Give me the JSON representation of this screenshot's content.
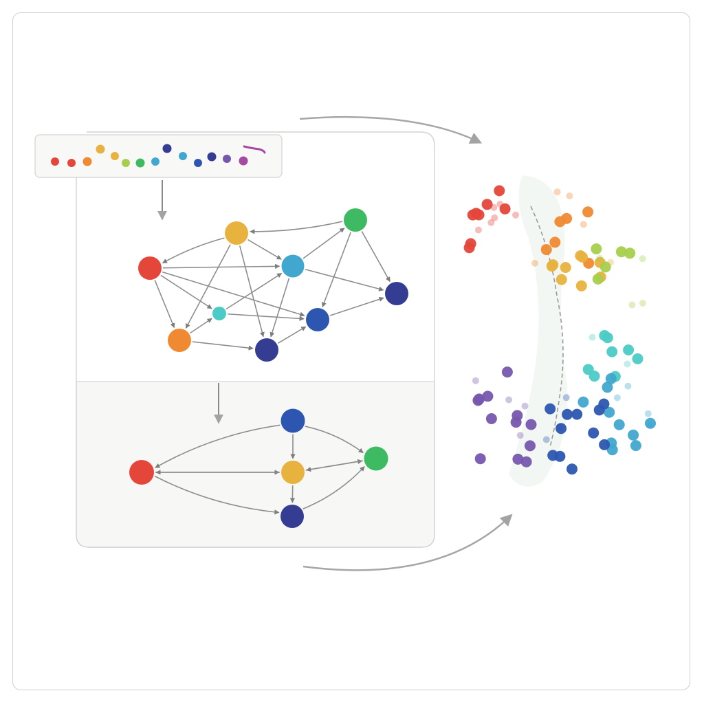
{
  "diagram": {
    "palette": {
      "red": "#e5463a",
      "orange": "#ef8a33",
      "yellow": "#e8b23e",
      "lime": "#a6cf4e",
      "green": "#3dba62",
      "teal": "#4ccbc6",
      "cyan": "#41a7cf",
      "blue": "#2c56b0",
      "navy": "#353d93",
      "purple": "#7657ad",
      "magenta": "#a44aa3",
      "arrow": "#8a8a8a",
      "edge": "#8d8d8d",
      "panel_border": "#d2d2d2",
      "panel_lower_fill": "#f7f7f5"
    },
    "sequence_strip": {
      "colors": [
        "red",
        "red",
        "orange",
        "yellow",
        "yellow",
        "lime",
        "green",
        "cyan",
        "navy",
        "cyan",
        "blue",
        "navy",
        "purple",
        "magenta"
      ]
    },
    "graph_full": {
      "nodes": [
        {
          "id": "a",
          "color": "yellow"
        },
        {
          "id": "b",
          "color": "green"
        },
        {
          "id": "c",
          "color": "red"
        },
        {
          "id": "d",
          "color": "cyan"
        },
        {
          "id": "e",
          "color": "navy"
        },
        {
          "id": "f",
          "color": "teal"
        },
        {
          "id": "g",
          "color": "blue"
        },
        {
          "id": "h",
          "color": "orange"
        },
        {
          "id": "i",
          "color": "navy"
        }
      ],
      "edges": [
        [
          "b",
          "a"
        ],
        [
          "a",
          "c"
        ],
        [
          "c",
          "d"
        ],
        [
          "d",
          "b"
        ],
        [
          "b",
          "g"
        ],
        [
          "b",
          "e"
        ],
        [
          "d",
          "e"
        ],
        [
          "a",
          "d"
        ],
        [
          "c",
          "g"
        ],
        [
          "c",
          "h"
        ],
        [
          "h",
          "i"
        ],
        [
          "h",
          "f"
        ],
        [
          "f",
          "g"
        ],
        [
          "f",
          "d"
        ],
        [
          "a",
          "h"
        ],
        [
          "a",
          "i"
        ],
        [
          "d",
          "i"
        ],
        [
          "g",
          "e"
        ],
        [
          "i",
          "g"
        ],
        [
          "c",
          "f"
        ]
      ]
    },
    "graph_reduced": {
      "nodes": [
        {
          "id": "top",
          "color": "blue"
        },
        {
          "id": "mid",
          "color": "yellow"
        },
        {
          "id": "bot",
          "color": "navy"
        },
        {
          "id": "left",
          "color": "red"
        },
        {
          "id": "right",
          "color": "green"
        }
      ],
      "edges": [
        [
          "top",
          "left"
        ],
        [
          "left",
          "mid"
        ],
        [
          "mid",
          "left"
        ],
        [
          "left",
          "bot"
        ],
        [
          "top",
          "right"
        ],
        [
          "mid",
          "right"
        ],
        [
          "right",
          "mid"
        ],
        [
          "bot",
          "right"
        ],
        [
          "top",
          "mid"
        ],
        [
          "mid",
          "bot"
        ]
      ]
    },
    "embedding_cloud": {
      "point_groups": [
        {
          "color": "red",
          "count": 14
        },
        {
          "color": "orange",
          "count": 12
        },
        {
          "color": "yellow",
          "count": 10
        },
        {
          "color": "lime",
          "count": 10
        },
        {
          "color": "teal",
          "count": 10
        },
        {
          "color": "cyan",
          "count": 14
        },
        {
          "color": "blue",
          "count": 14
        },
        {
          "color": "purple",
          "count": 16
        }
      ]
    }
  }
}
